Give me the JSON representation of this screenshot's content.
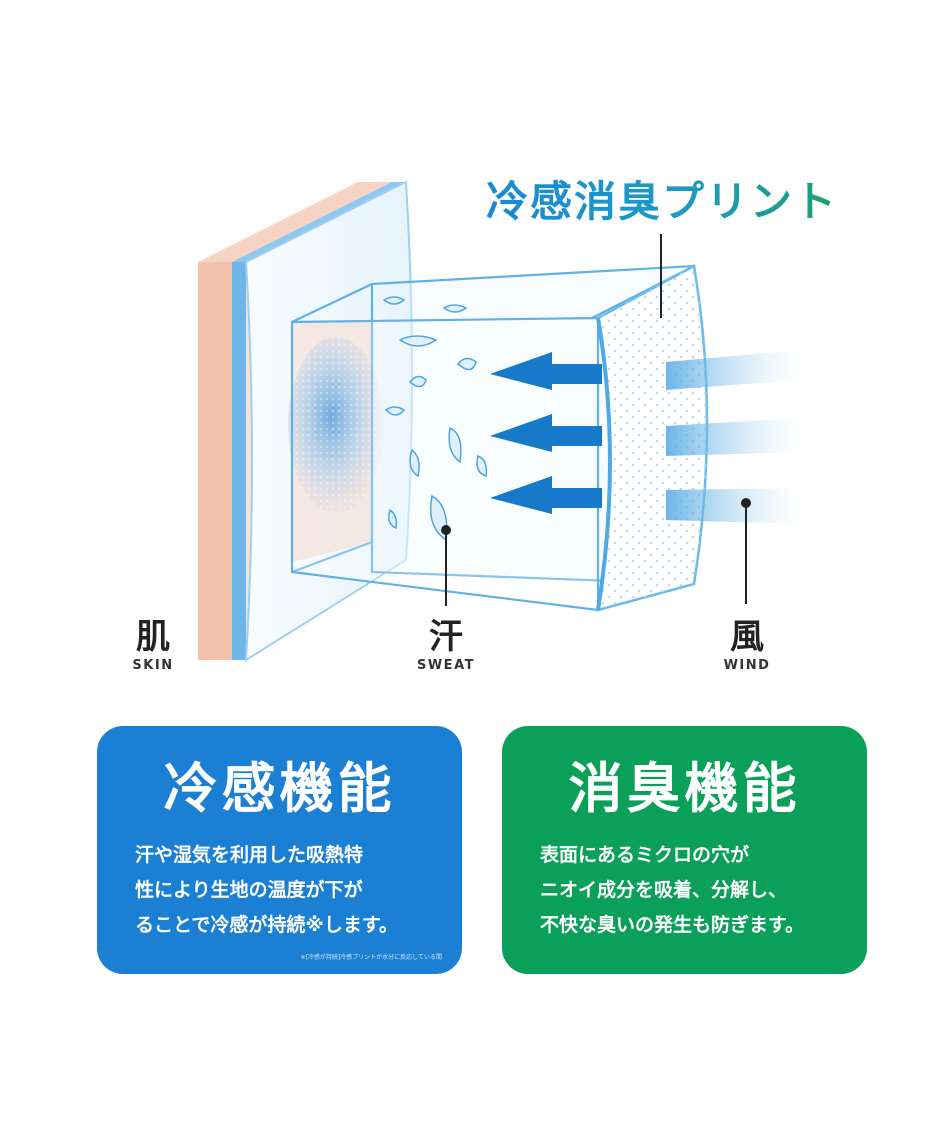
{
  "title": "冷感消臭プリント",
  "labels": {
    "skin": {
      "jp": "肌",
      "en": "SKIN"
    },
    "sweat": {
      "jp": "汗",
      "en": "SWEAT"
    },
    "wind": {
      "jp": "風",
      "en": "WIND"
    }
  },
  "cards": {
    "cooling": {
      "heading": "冷感機能",
      "lines": [
        "汗や湿気を利用した吸熱特",
        "性により生地の温度が下が",
        "ることで冷感が持続※します。"
      ],
      "footnote": "※[冷感が持続]冷感プリントが水分に反応している間"
    },
    "deodorizing": {
      "heading": "消臭機能",
      "lines": [
        "表面にあるミクロの穴が",
        "ニオイ成分を吸着、分解し、",
        "不快な臭いの発生も防ぎます。"
      ]
    }
  },
  "colors": {
    "blue": "#1b7fd3",
    "green": "#0aa05a",
    "skin": "#f2c2ad",
    "arrow": "#1679c9"
  },
  "icons": [
    "water-drop-icon",
    "arrow-left-icon"
  ]
}
